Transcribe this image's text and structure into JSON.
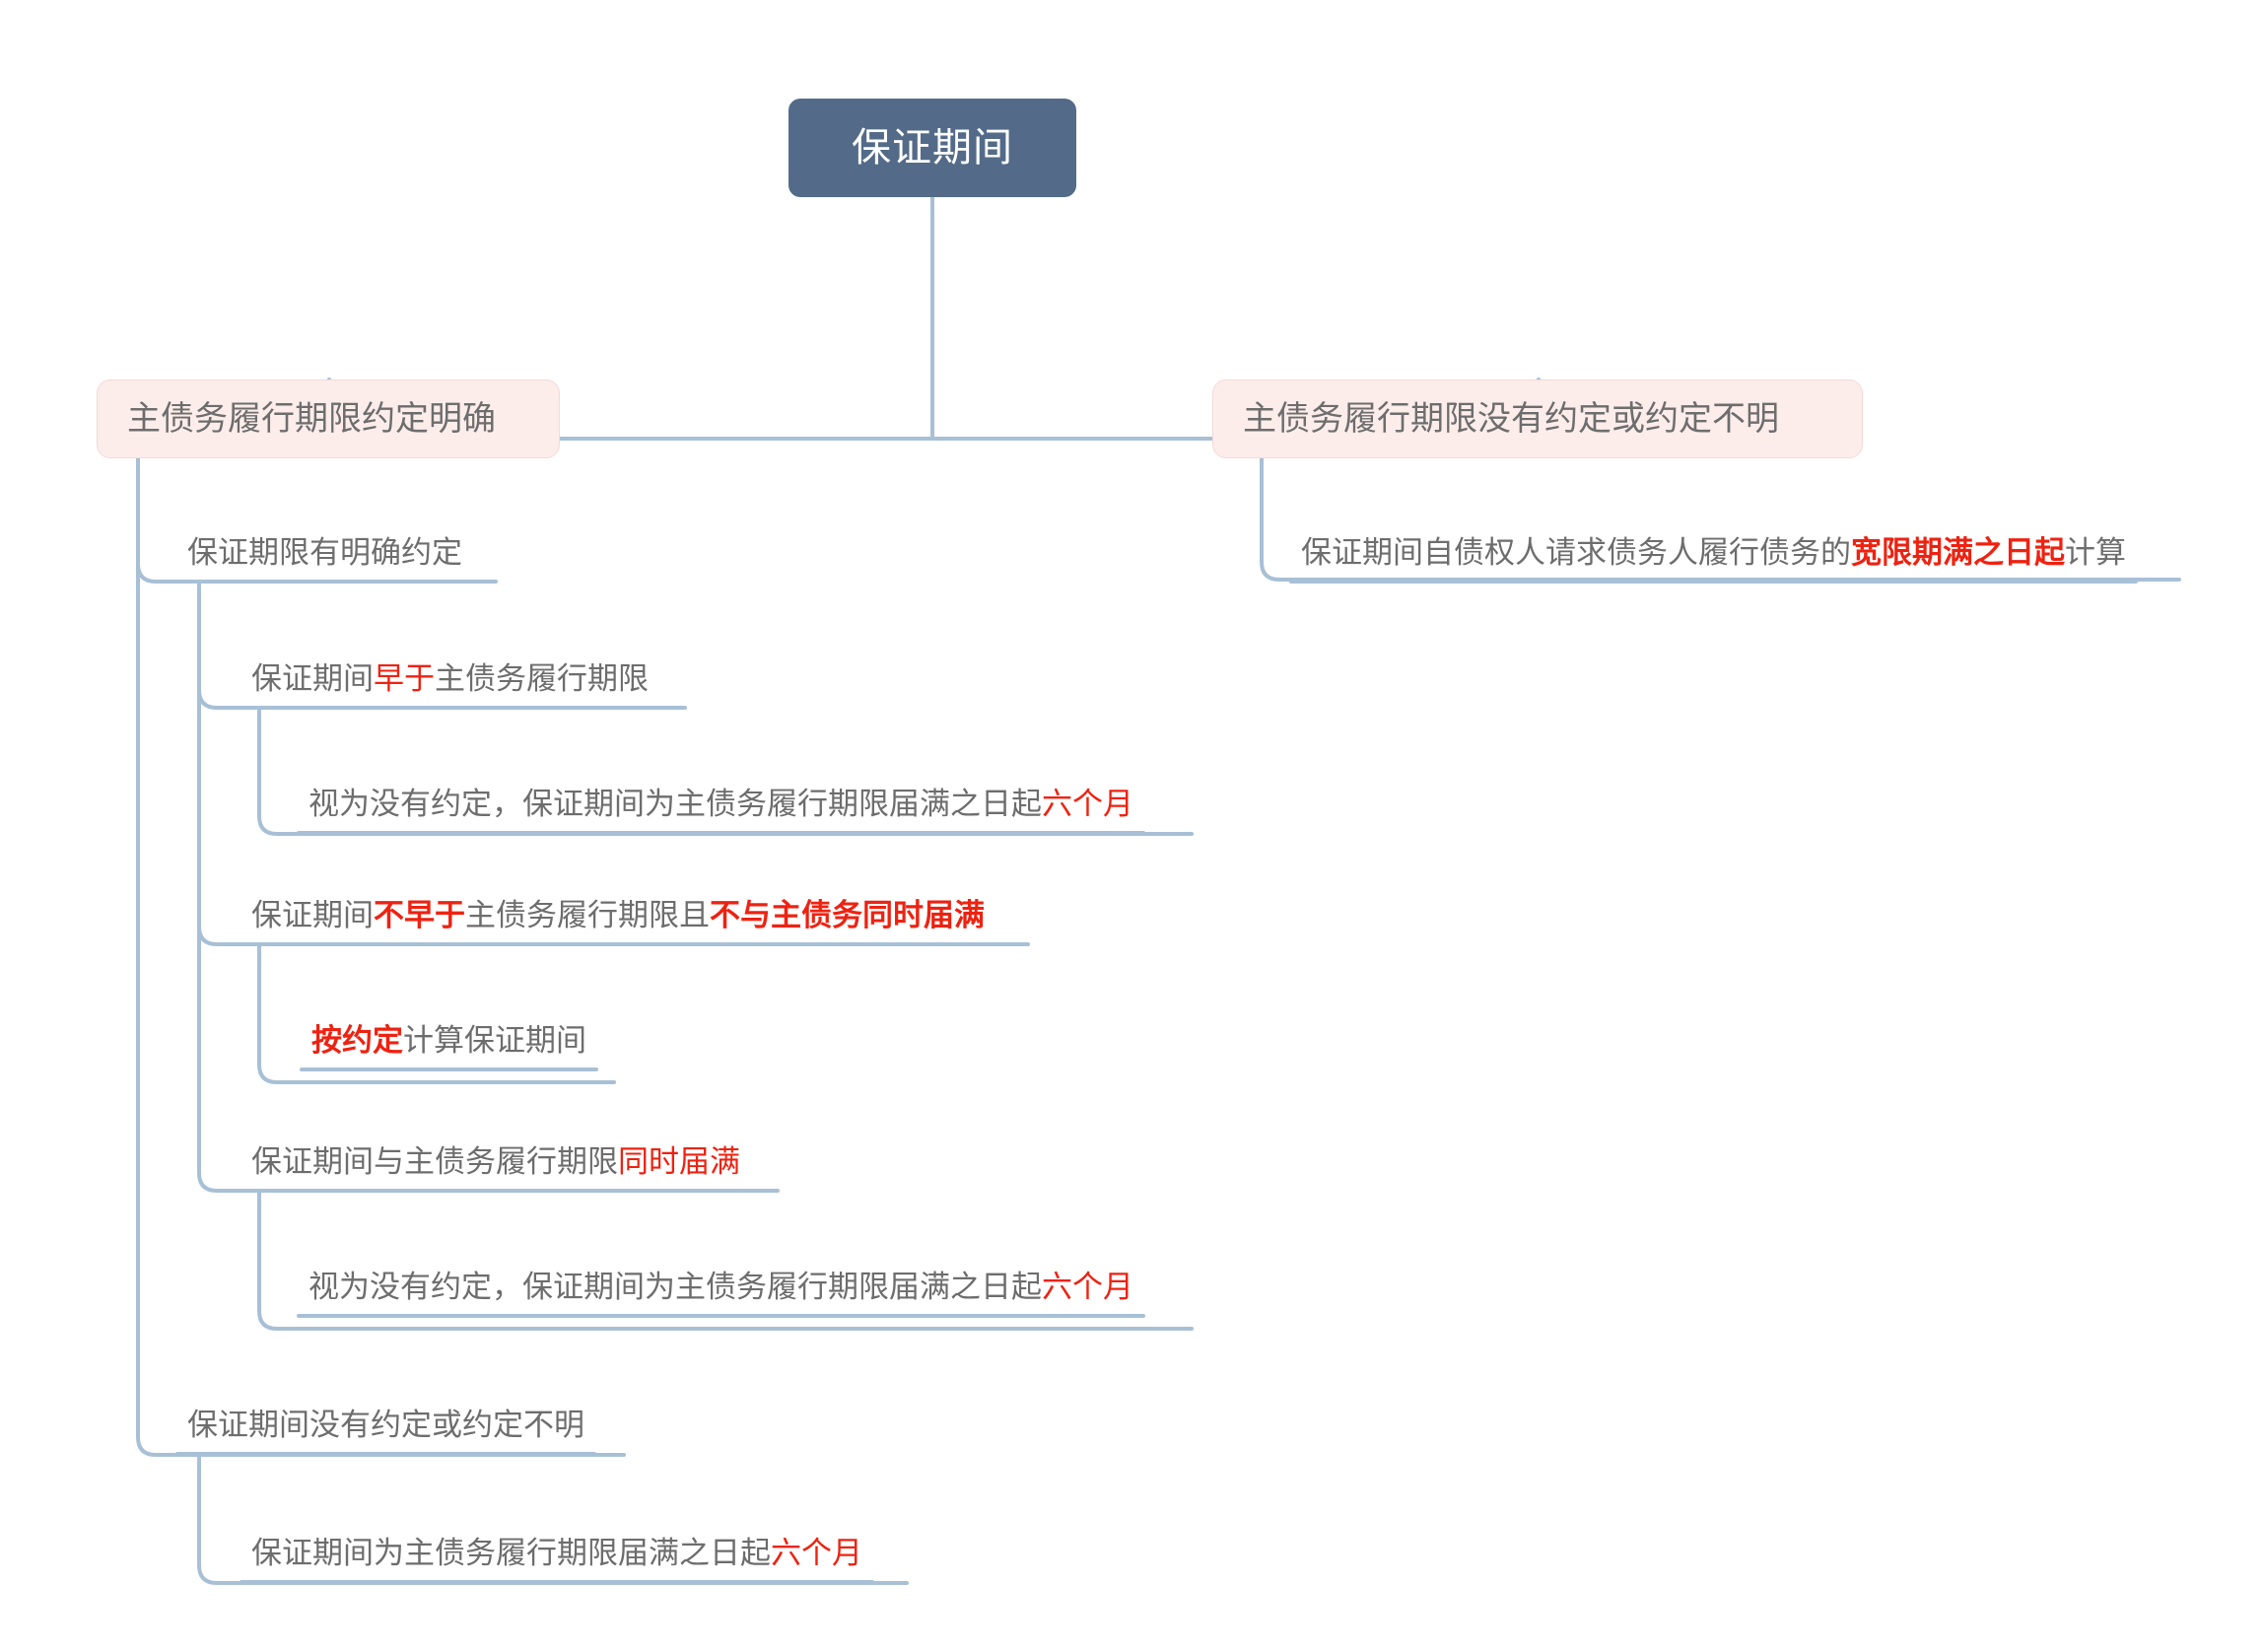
{
  "diagram": {
    "type": "mindmap",
    "title": "保证期间",
    "colors": {
      "root_bg": "#536b88",
      "root_text": "#ffffff",
      "branch_bg": "#fcedeb",
      "branch_border": "#f5d9d6",
      "branch_text": "#6d6d6d",
      "leaf_text": "#6d6d6d",
      "highlight_text": "#ee2211",
      "connector": "#a8c0d6",
      "page_bg": "#ffffff"
    }
  },
  "root": {
    "label": "保证期间"
  },
  "branches": {
    "left": {
      "label": "主债务履行期限约定明确"
    },
    "right": {
      "label": "主债务履行期限没有约定或约定不明"
    }
  },
  "leaves": {
    "right_child": {
      "parts": [
        {
          "text": "保证期间自债权人请求债务人履行债务的",
          "style": "normal"
        },
        {
          "text": "宽限期满之日起",
          "style": "red-bold"
        },
        {
          "text": "计算",
          "style": "normal"
        }
      ]
    },
    "l1": {
      "parts": [
        {
          "text": "保证期限有明确约定",
          "style": "normal"
        }
      ]
    },
    "l1a": {
      "parts": [
        {
          "text": "保证期间",
          "style": "normal"
        },
        {
          "text": "早于",
          "style": "red"
        },
        {
          "text": "主债务履行期限",
          "style": "normal"
        }
      ]
    },
    "l1a1": {
      "parts": [
        {
          "text": "视为没有约定，保证期间为主债务履行期限届满之日起",
          "style": "normal"
        },
        {
          "text": "六个月",
          "style": "red"
        }
      ]
    },
    "l1b": {
      "parts": [
        {
          "text": "保证期间",
          "style": "normal"
        },
        {
          "text": "不早于",
          "style": "red-bold"
        },
        {
          "text": "主债务履行期限且",
          "style": "normal"
        },
        {
          "text": "不与主债务同时届满",
          "style": "red-bold"
        }
      ]
    },
    "l1b1": {
      "parts": [
        {
          "text": "按约定",
          "style": "red-bold"
        },
        {
          "text": "计算保证期间",
          "style": "normal"
        }
      ]
    },
    "l1c": {
      "parts": [
        {
          "text": "保证期间与主债务履行期限",
          "style": "normal"
        },
        {
          "text": "同时届满",
          "style": "red"
        }
      ]
    },
    "l1c1": {
      "parts": [
        {
          "text": "视为没有约定，保证期间为主债务履行期限届满之日起",
          "style": "normal"
        },
        {
          "text": "六个月",
          "style": "red"
        }
      ]
    },
    "l2": {
      "parts": [
        {
          "text": "保证期间没有约定或约定不明",
          "style": "normal"
        }
      ]
    },
    "l2a": {
      "parts": [
        {
          "text": "保证期间为主债务履行期限届满之日起",
          "style": "normal"
        },
        {
          "text": "六个月",
          "style": "red"
        }
      ]
    }
  }
}
